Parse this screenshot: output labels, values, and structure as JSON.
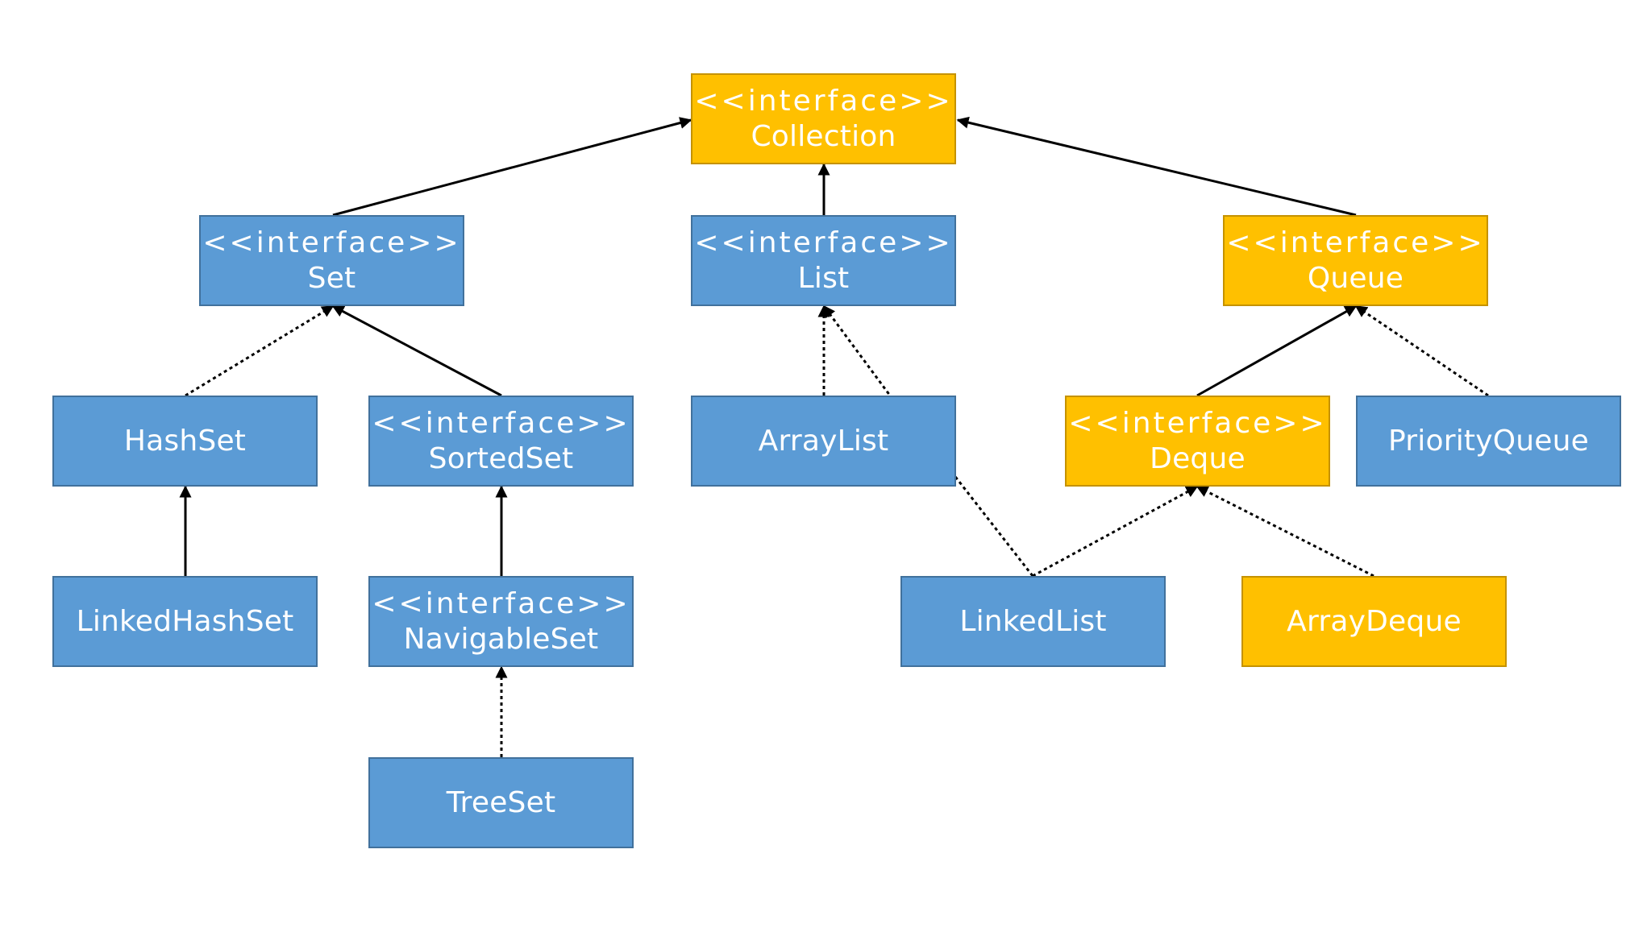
{
  "nodes": [
    {
      "id": "collection",
      "stereotype": "<<interface>>",
      "label": "Collection",
      "color": "#ffc000"
    },
    {
      "id": "set",
      "stereotype": "<<interface>>",
      "label": "Set",
      "color": "#5b9bd5"
    },
    {
      "id": "list",
      "stereotype": "<<interface>>",
      "label": "List",
      "color": "#5b9bd5"
    },
    {
      "id": "queue",
      "stereotype": "<<interface>>",
      "label": "Queue",
      "color": "#ffc000"
    },
    {
      "id": "hashset",
      "stereotype": "",
      "label": "HashSet",
      "color": "#5b9bd5"
    },
    {
      "id": "sortedset",
      "stereotype": "<<interface>>",
      "label": "SortedSet",
      "color": "#5b9bd5"
    },
    {
      "id": "arraylist",
      "stereotype": "",
      "label": "ArrayList",
      "color": "#5b9bd5"
    },
    {
      "id": "deque",
      "stereotype": "<<interface>>",
      "label": "Deque",
      "color": "#ffc000"
    },
    {
      "id": "priorityqueue",
      "stereotype": "",
      "label": "PriorityQueue",
      "color": "#5b9bd5"
    },
    {
      "id": "linkedhashset",
      "stereotype": "",
      "label": "LinkedHashSet",
      "color": "#5b9bd5"
    },
    {
      "id": "navigableset",
      "stereotype": "<<interface>>",
      "label": "NavigableSet",
      "color": "#5b9bd5"
    },
    {
      "id": "linkedlist",
      "stereotype": "",
      "label": "LinkedList",
      "color": "#5b9bd5"
    },
    {
      "id": "arraydeque",
      "stereotype": "",
      "label": "ArrayDeque",
      "color": "#ffc000"
    },
    {
      "id": "treeset",
      "stereotype": "",
      "label": "TreeSet",
      "color": "#5b9bd5"
    }
  ],
  "edges": [
    {
      "from": "set",
      "to": "collection",
      "style": "solid"
    },
    {
      "from": "list",
      "to": "collection",
      "style": "solid"
    },
    {
      "from": "queue",
      "to": "collection",
      "style": "solid"
    },
    {
      "from": "hashset",
      "to": "set",
      "style": "dotted"
    },
    {
      "from": "sortedset",
      "to": "set",
      "style": "solid"
    },
    {
      "from": "linkedhashset",
      "to": "hashset",
      "style": "solid"
    },
    {
      "from": "navigableset",
      "to": "sortedset",
      "style": "solid"
    },
    {
      "from": "treeset",
      "to": "navigableset",
      "style": "dotted"
    },
    {
      "from": "arraylist",
      "to": "list",
      "style": "dotted"
    },
    {
      "from": "linkedlist",
      "to": "list",
      "style": "dotted"
    },
    {
      "from": "deque",
      "to": "queue",
      "style": "solid"
    },
    {
      "from": "priorityqueue",
      "to": "queue",
      "style": "dotted"
    },
    {
      "from": "linkedlist",
      "to": "deque",
      "style": "dotted"
    },
    {
      "from": "arraydeque",
      "to": "deque",
      "style": "dotted"
    }
  ]
}
